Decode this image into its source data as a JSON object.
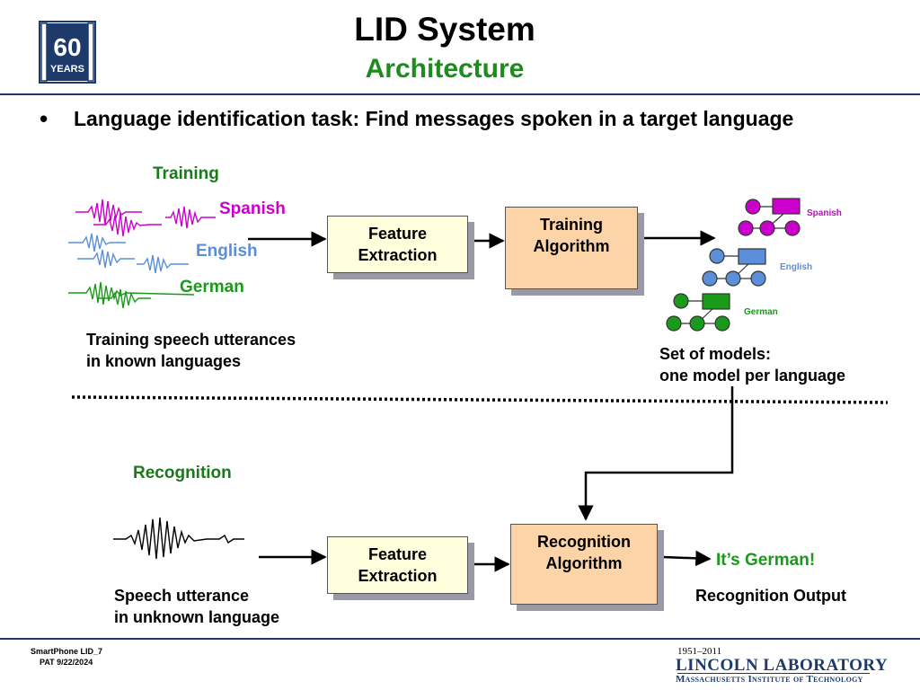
{
  "header": {
    "title": "LID System",
    "subtitle": "Architecture",
    "logo_text": {
      "number": "60",
      "word": "YEARS"
    }
  },
  "bullet": {
    "marker": "•",
    "text": "Language identification task: Find messages spoken in a target language"
  },
  "training": {
    "section_label": "Training",
    "languages": [
      {
        "name": "Spanish",
        "color": "#cc00cc"
      },
      {
        "name": "English",
        "color": "#5b8fd9"
      },
      {
        "name": "German",
        "color": "#1a9a1a"
      }
    ],
    "caption_line1": "Training speech utterances",
    "caption_line2": "in known languages",
    "feature_box_line1": "Feature",
    "feature_box_line2": "Extraction",
    "algorithm_box_line1": "Training",
    "algorithm_box_line2": "Algorithm",
    "models": [
      {
        "name": "Spanish",
        "color": "#cc00cc"
      },
      {
        "name": "English",
        "color": "#5b8fd9"
      },
      {
        "name": "German",
        "color": "#1a9a1a"
      }
    ],
    "models_caption_line1": "Set of models:",
    "models_caption_line2": "one model per language"
  },
  "recognition": {
    "section_label": "Recognition",
    "caption_line1": "Speech utterance",
    "caption_line2": "in unknown language",
    "feature_box_line1": "Feature",
    "feature_box_line2": "Extraction",
    "algorithm_box_line1": "Recognition",
    "algorithm_box_line2": "Algorithm",
    "result": "It’s German!",
    "output_label": "Recognition Output"
  },
  "footer": {
    "line1": "SmartPhone LID_7",
    "line2": "PAT 9/22/2024",
    "lab_years": "1951–2011",
    "lab_name": "LINCOLN LABORATORY",
    "lab_affiliation": "Massachusetts Institute of Technology"
  },
  "colors": {
    "accent_green": "#1a7a1a",
    "rule_navy": "#1d3a6b",
    "feature_box_fill": "#ffffdd",
    "algorithm_box_fill": "#fdd3a8"
  }
}
